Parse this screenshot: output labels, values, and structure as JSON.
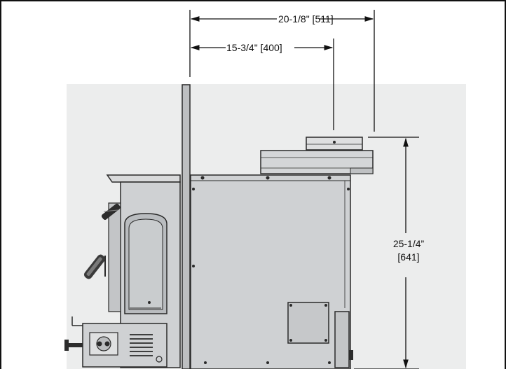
{
  "dimensions": {
    "width_total": "20-1/8\" [511]",
    "width_partial": "15-3/4\" [400]",
    "height_in": "25-1/4”",
    "height_mm": "[641]"
  },
  "colors": {
    "frame": "#111111",
    "body_fill": "#cfd1d3",
    "background_shade": "#e6e7e8",
    "outline": "#2a2a2a",
    "dimension_line": "#111111"
  }
}
